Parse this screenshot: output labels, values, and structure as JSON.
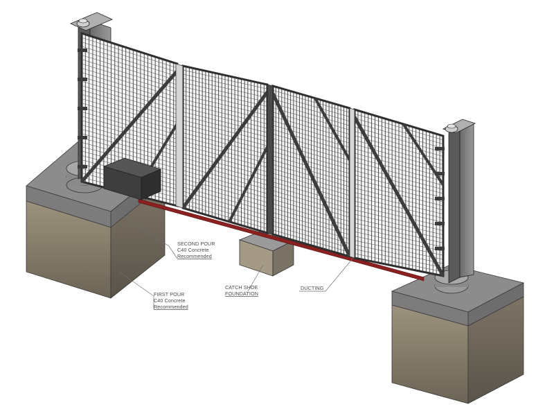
{
  "labels": {
    "second_pour": {
      "line1": "SECOND POUR",
      "line2": "C40 Concrete",
      "line3": "Recommended"
    },
    "first_pour": {
      "line1": "FIRST POUR",
      "line2": "C40 Concrete",
      "line3": "Recommended"
    },
    "catch_shoe": {
      "line1": "CATCH SHOE",
      "line2": "FOUNDATION"
    },
    "ducting": {
      "line1": "DUCTING"
    }
  },
  "colors": {
    "concrete_top": "#8e8e8e",
    "concrete_side_light": "#a49a85",
    "concrete_side_dark": "#6f665a",
    "steel": "#3a3a3a",
    "ducting": "#8a2020"
  }
}
